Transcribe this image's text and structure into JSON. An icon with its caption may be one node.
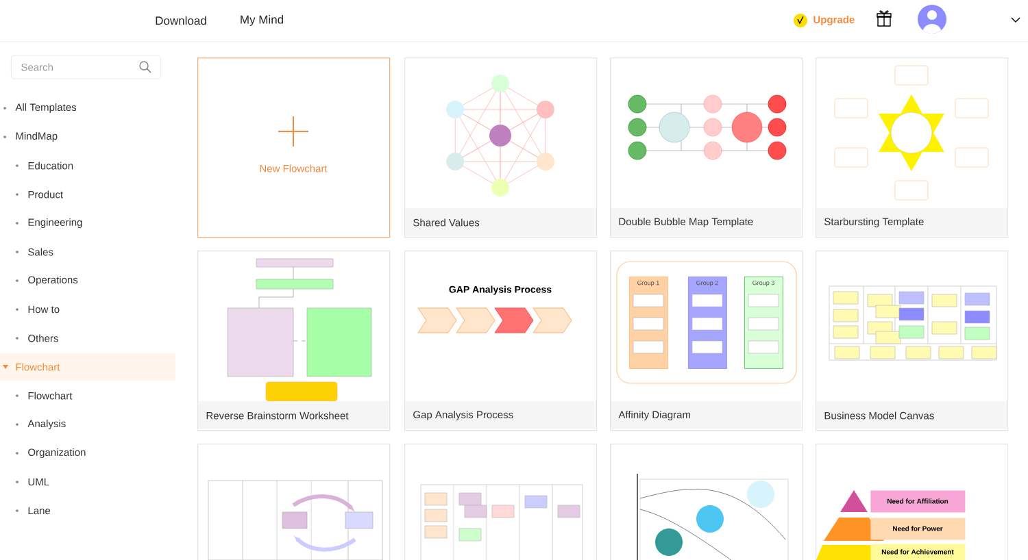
{
  "diagram": {
    "nodes": [
      {
        "text": [
          "New Flowchart"
        ]
      },
      {
        "text": [
          "Shared Values"
        ]
      },
      {
        "text": [
          "Double Bubble Map Template"
        ]
      },
      {
        "text": [
          "Starbursting Template"
        ]
      },
      {
        "text": [
          "Reverse Brainstorm Worksheet"
        ]
      },
      {
        "text": [
          "GAP Analysis Process",
          "Gap Analysis Process"
        ]
      },
      {
        "text": [
          "Affinity Diagram"
        ]
      },
      {
        "text": [
          "Group 1"
        ],
        "in": 6
      },
      {
        "text": [
          "Group 2"
        ],
        "in": 6
      },
      {
        "text": [
          "Group 3"
        ],
        "in": 6
      },
      {
        "text": [
          "Business Model Canvas"
        ]
      },
      {
        "text": [],
        "shape": "box"
      },
      {
        "text": [],
        "shape": "box"
      },
      {
        "text": [],
        "shape": "box"
      },
      {
        "text": [],
        "shape": "box"
      },
      {
        "text": [
          "Need for Affiliation"
        ],
        "in": 14
      },
      {
        "text": [
          "Need for Power"
        ],
        "in": 14
      },
      {
        "text": [
          "Need for Achievement"
        ],
        "in": 14
      }
    ],
    "labels": [
      "Download",
      "My Mind",
      "Upgrade",
      "Search",
      "All Templates",
      "MindMap",
      "Education",
      "Product",
      "Engineering",
      "Sales",
      "Operations",
      "How to",
      "Others",
      "Flowchart",
      "Flowchart",
      "Analysis",
      "Organization",
      "UML",
      "Lane"
    ]
  }
}
